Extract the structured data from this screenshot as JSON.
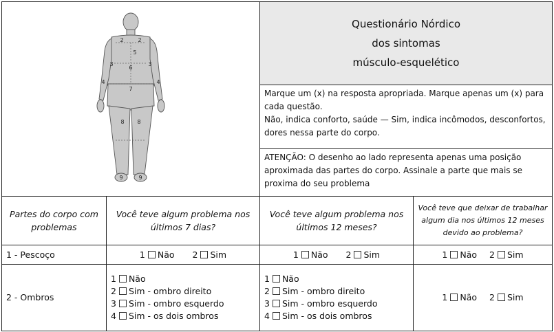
{
  "title": [
    "Questionário Nórdico",
    "dos sintomas",
    "músculo-esquelético"
  ],
  "instructions": {
    "p1": "Marque um (x) na resposta apropriada. Marque apenas um (x) para cada questão.",
    "p2": "Não, indica conforto, saúde — Sim, indica incômodos, desconfortos, dores nessa parte do corpo.",
    "p3": "ATENÇÃO: O desenho ao lado representa apenas uma posição aproximada das partes do corpo. Assinale a parte que mais se proxima do seu problema"
  },
  "figure": {
    "labels": [
      "2",
      "2",
      "5",
      "3",
      "6",
      "3",
      "4",
      "7",
      "4",
      "8",
      "8",
      "9",
      "9"
    ]
  },
  "headers": {
    "col1": "Partes do corpo com problemas",
    "col2": "Você teve algum problema nos últimos 7 dias?",
    "col3": "Você teve algum problema nos últimos 12 meses?",
    "col4": "Você teve que deixar de trabalhar algum dia nos últimos 12 meses devido ao problema?"
  },
  "rows": [
    {
      "part": "1 - Pescoço",
      "opt_no": "1",
      "no": "Não",
      "opt_yes": "2",
      "yes": "Sim"
    },
    {
      "part": "2 - Ombros",
      "options": [
        {
          "n": "1",
          "label": "Não"
        },
        {
          "n": "2",
          "label": "Sim - ombro direito"
        },
        {
          "n": "3",
          "label": "Sim - ombro esquerdo"
        },
        {
          "n": "4",
          "label": "Sim - os dois ombros"
        }
      ],
      "opt_no": "1",
      "no": "Não",
      "opt_yes": "2",
      "yes": "Sim"
    }
  ],
  "colors": {
    "title_bg": "#e9e9e9",
    "border": "#222222",
    "body_fill": "#c8c8c8"
  }
}
